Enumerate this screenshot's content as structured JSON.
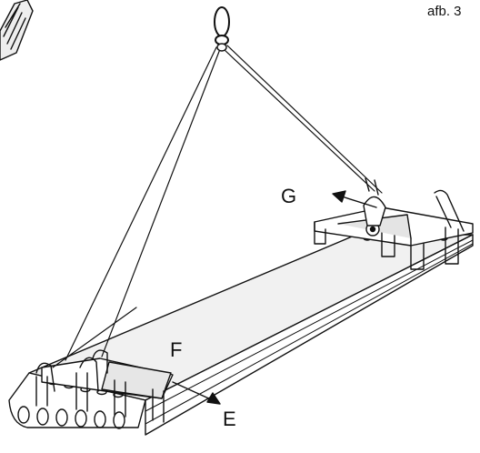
{
  "caption": "afb. 3",
  "labels": {
    "g": "G",
    "f": "F",
    "e": "E"
  },
  "colors": {
    "line": "#111111",
    "fill": "#ffffff",
    "panel": "#f1f1f1",
    "shade": "#d6d6d6"
  }
}
